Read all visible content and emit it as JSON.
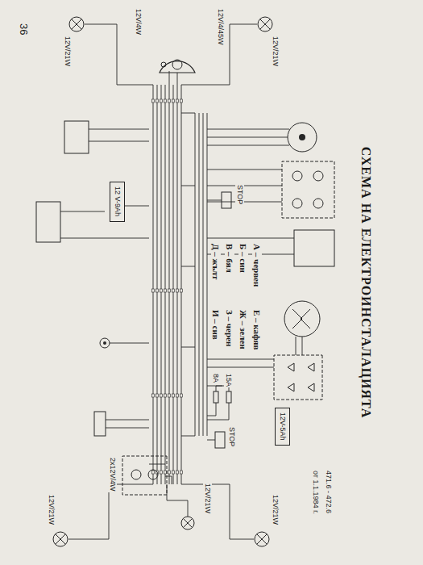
{
  "diagram": {
    "title": "СХЕМА НА ЕЛЕКТРОИНСТАЛАЦИЯТА",
    "nodes": [
      {
        "text": [
          "12 V-9Ah"
        ]
      },
      {
        "text": [
          "12V-5Ah"
        ]
      }
    ],
    "labels": [
      "36",
      "471.6 - 472.6",
      "от 1.1.1984 г.",
      "12V/21W",
      "12V/21W",
      "12V/4/45W",
      "12V/4W",
      "STOP",
      "15A",
      "8A",
      "STOP",
      "2x12V/4W",
      "12V/21W",
      "12V/21W",
      "12V/21W"
    ],
    "legend": [
      {
        "text": "А – червен"
      },
      {
        "text": "Б – син"
      },
      {
        "text": "В – бял"
      },
      {
        "text": "Д – жълт"
      },
      {
        "text": "Е – кафяв"
      },
      {
        "text": "Ж – зелен"
      },
      {
        "text": "З – черен"
      },
      {
        "text": "И – сив"
      }
    ]
  }
}
